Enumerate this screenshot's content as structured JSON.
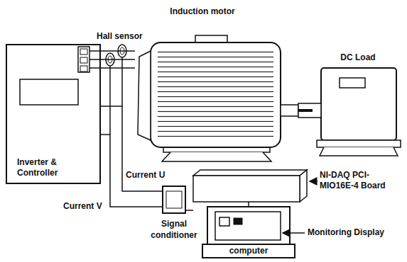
{
  "diagram": {
    "nodes": [
      {
        "text": [
          "Inverter & Controller"
        ]
      },
      {
        "text": [
          "Induction motor"
        ]
      },
      {
        "text": [
          "DC Load"
        ]
      },
      {
        "text": [
          "Signal conditioner"
        ]
      },
      {
        "text": [
          "NI-DAQ PCI-MIO16E-4 Board"
        ]
      },
      {
        "text": [
          "computer"
        ]
      }
    ],
    "edges": [
      {
        "from": 0,
        "to": 1,
        "arrow": "none"
      },
      {
        "from": 1,
        "to": 2,
        "arrow": "none"
      },
      {
        "from": 0,
        "to": 3,
        "label": "Current U",
        "arrow": "none"
      },
      {
        "from": 0,
        "to": 3,
        "label": "Current V",
        "arrow": "none"
      },
      {
        "from": 3,
        "to": 4,
        "arrow": "none"
      },
      {
        "from": 4,
        "to": 5,
        "arrow": "none"
      }
    ],
    "labels": [
      "Hall sensor",
      "Monitoring Display"
    ]
  }
}
